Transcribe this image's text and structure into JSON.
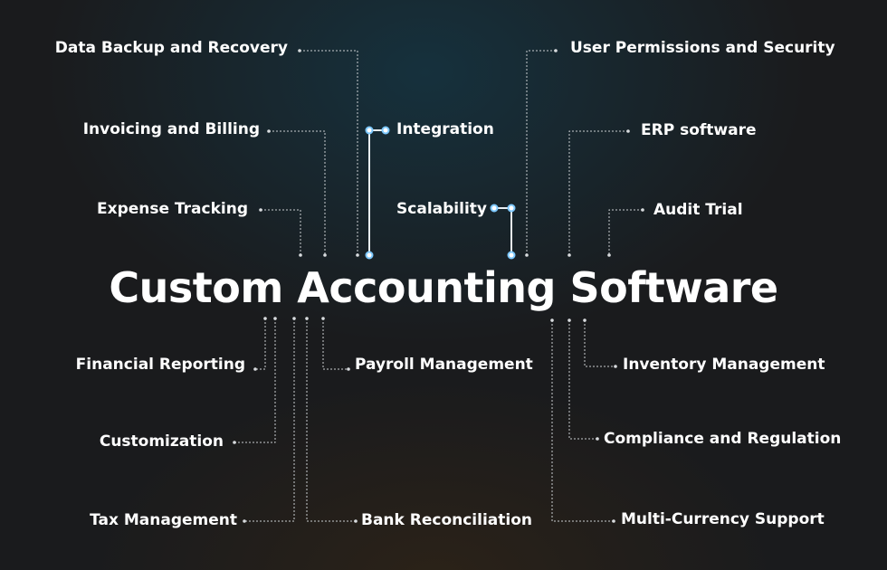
{
  "diagram": {
    "title": "Custom Accounting Software",
    "labels": {
      "data_backup": "Data Backup and Recovery",
      "invoicing": "Invoicing and Billing",
      "expense": "Expense Tracking",
      "integration": "Integration",
      "scalability": "Scalability",
      "user_permissions": "User Permissions and Security",
      "erp": "ERP software",
      "audit": "Audit Trial",
      "financial_reporting": "Financial Reporting",
      "payroll": "Payroll Management",
      "customization": "Customization",
      "tax": "Tax Management",
      "bank": "Bank Reconciliation",
      "inventory": "Inventory Management",
      "compliance": "Compliance and Regulation",
      "multicurrency": "Multi-Currency Support"
    }
  },
  "colors": {
    "background": "#1a1b1d",
    "text": "#ffffff",
    "connector": "#cfd3d6",
    "accent": "#8fd3ff"
  }
}
